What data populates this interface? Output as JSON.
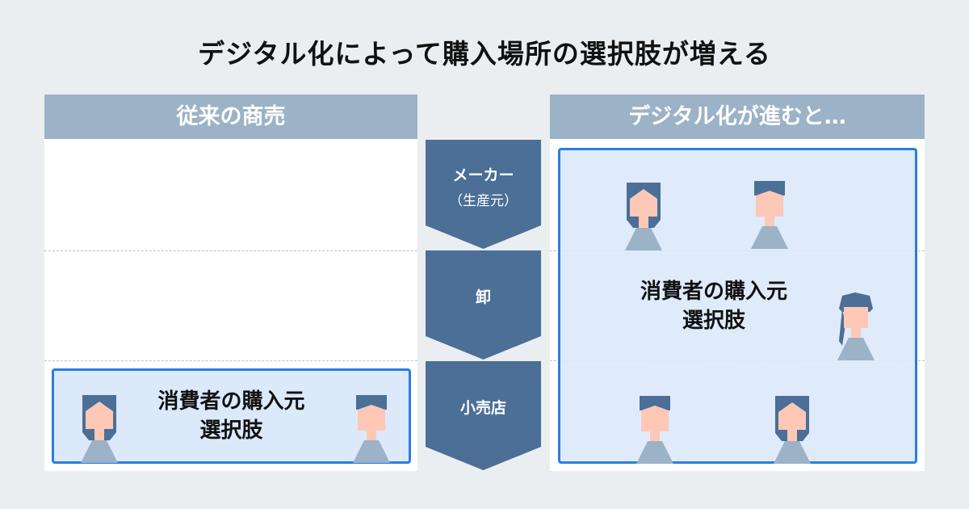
{
  "title": "デジタル化によって購入場所の選択肢が増える",
  "left_panel": {
    "header": "従来の商売",
    "choice_label_line1": "消費者の購入元",
    "choice_label_line2": "選択肢"
  },
  "right_panel": {
    "header": "デジタル化が進むと…",
    "choice_label_line1": "消費者の購入元",
    "choice_label_line2": "選択肢"
  },
  "flow": [
    {
      "label": "メーカー",
      "sub": "（生産元）"
    },
    {
      "label": "卸"
    },
    {
      "label": "小売店"
    }
  ],
  "colors": {
    "arrow": "#4b6f96",
    "header": "#9cb2c6",
    "box_border": "#2a7de1",
    "box_fill": "#dbe9fb"
  }
}
